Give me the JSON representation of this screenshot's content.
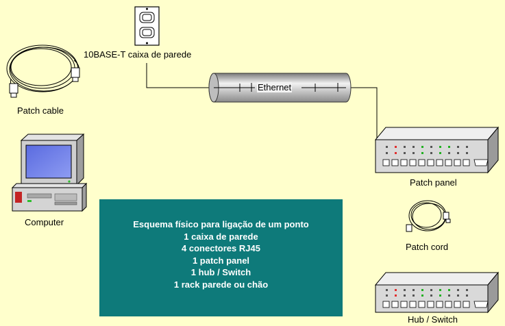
{
  "labels": {
    "wall_box": "10BASE-T caixa de parede",
    "patch_cable": "Patch cable",
    "ethernet": "Ethernet",
    "computer": "Computer",
    "patch_panel": "Patch panel",
    "patch_cord": "Patch cord",
    "hub_switch": "Hub / Switch"
  },
  "infobox": {
    "lines": [
      "Esquema físico para ligação de um ponto",
      "1 caixa de parede",
      "4 conectores RJ45",
      "1 patch panel",
      "1 hub / Switch",
      "1 rack parede ou chão"
    ]
  },
  "colors": {
    "background": "#FFFFCC",
    "infobox": "#0E7A7A",
    "panel_body": "#D9D9D9"
  }
}
